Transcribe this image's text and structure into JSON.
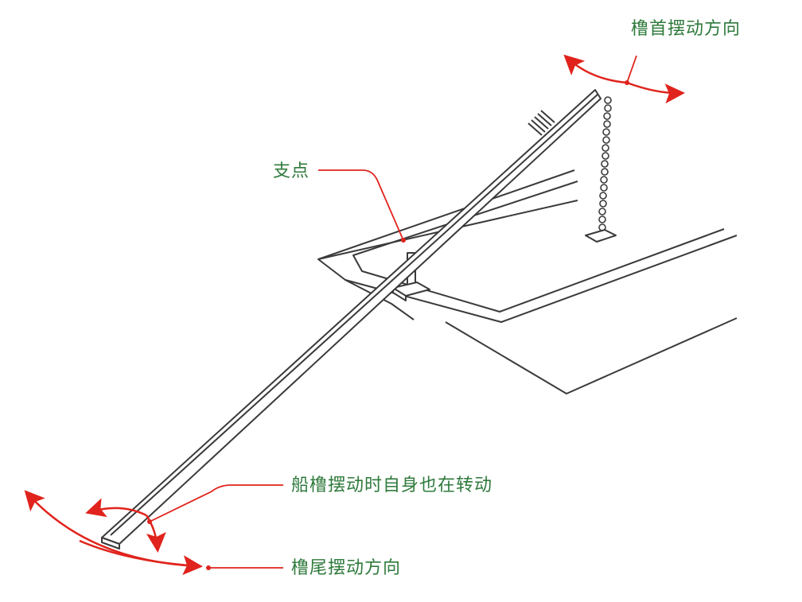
{
  "labels": {
    "oar_head_swing": "橹首摆动方向",
    "fulcrum": "支点",
    "oar_self_rotation": "船橹摆动时自身也在转动",
    "oar_tail_swing": "橹尾摆动方向"
  },
  "colors": {
    "label_text": "#2f7a3c",
    "arrow_red": "#e0231c",
    "line_art": "#3a3a3a",
    "leader_line": "#e0231c"
  }
}
